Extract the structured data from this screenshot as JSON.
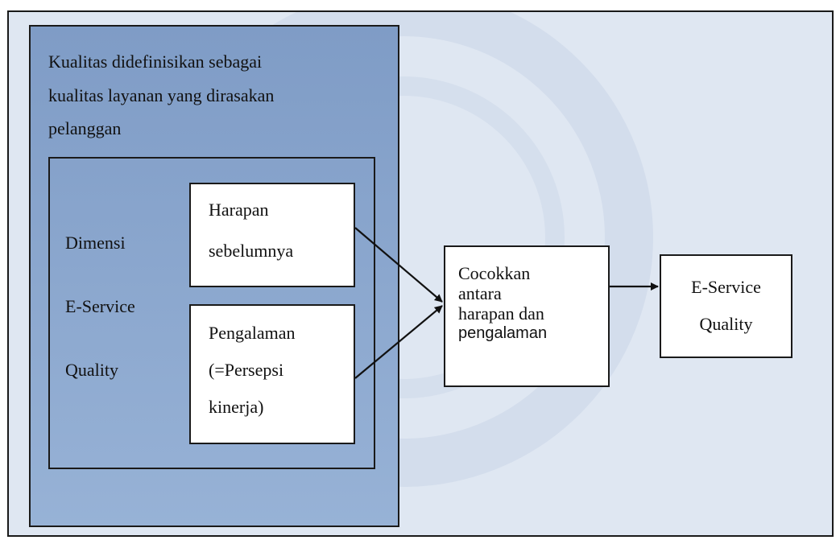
{
  "outer": {
    "definition_lines": [
      "Kualitas didefinisikan sebagai",
      "kualitas layanan yang dirasakan",
      "pelanggan"
    ]
  },
  "dimension": {
    "lines": [
      "Dimensi",
      "E-Service",
      "Quality"
    ]
  },
  "boxes": {
    "expectation": [
      "Harapan",
      "sebelumnya"
    ],
    "experience": [
      "Pengalaman",
      "(=Persepsi",
      "kinerja)"
    ],
    "match": [
      "Cocokkan",
      "antara",
      "harapan dan",
      "pengalaman"
    ],
    "result": [
      "E-Service",
      "Quality"
    ]
  },
  "colors": {
    "background": "#dfe7f2",
    "outer_fill": "#8aa7cf",
    "box_fill": "#ffffff",
    "stroke": "#1a1a1a"
  }
}
